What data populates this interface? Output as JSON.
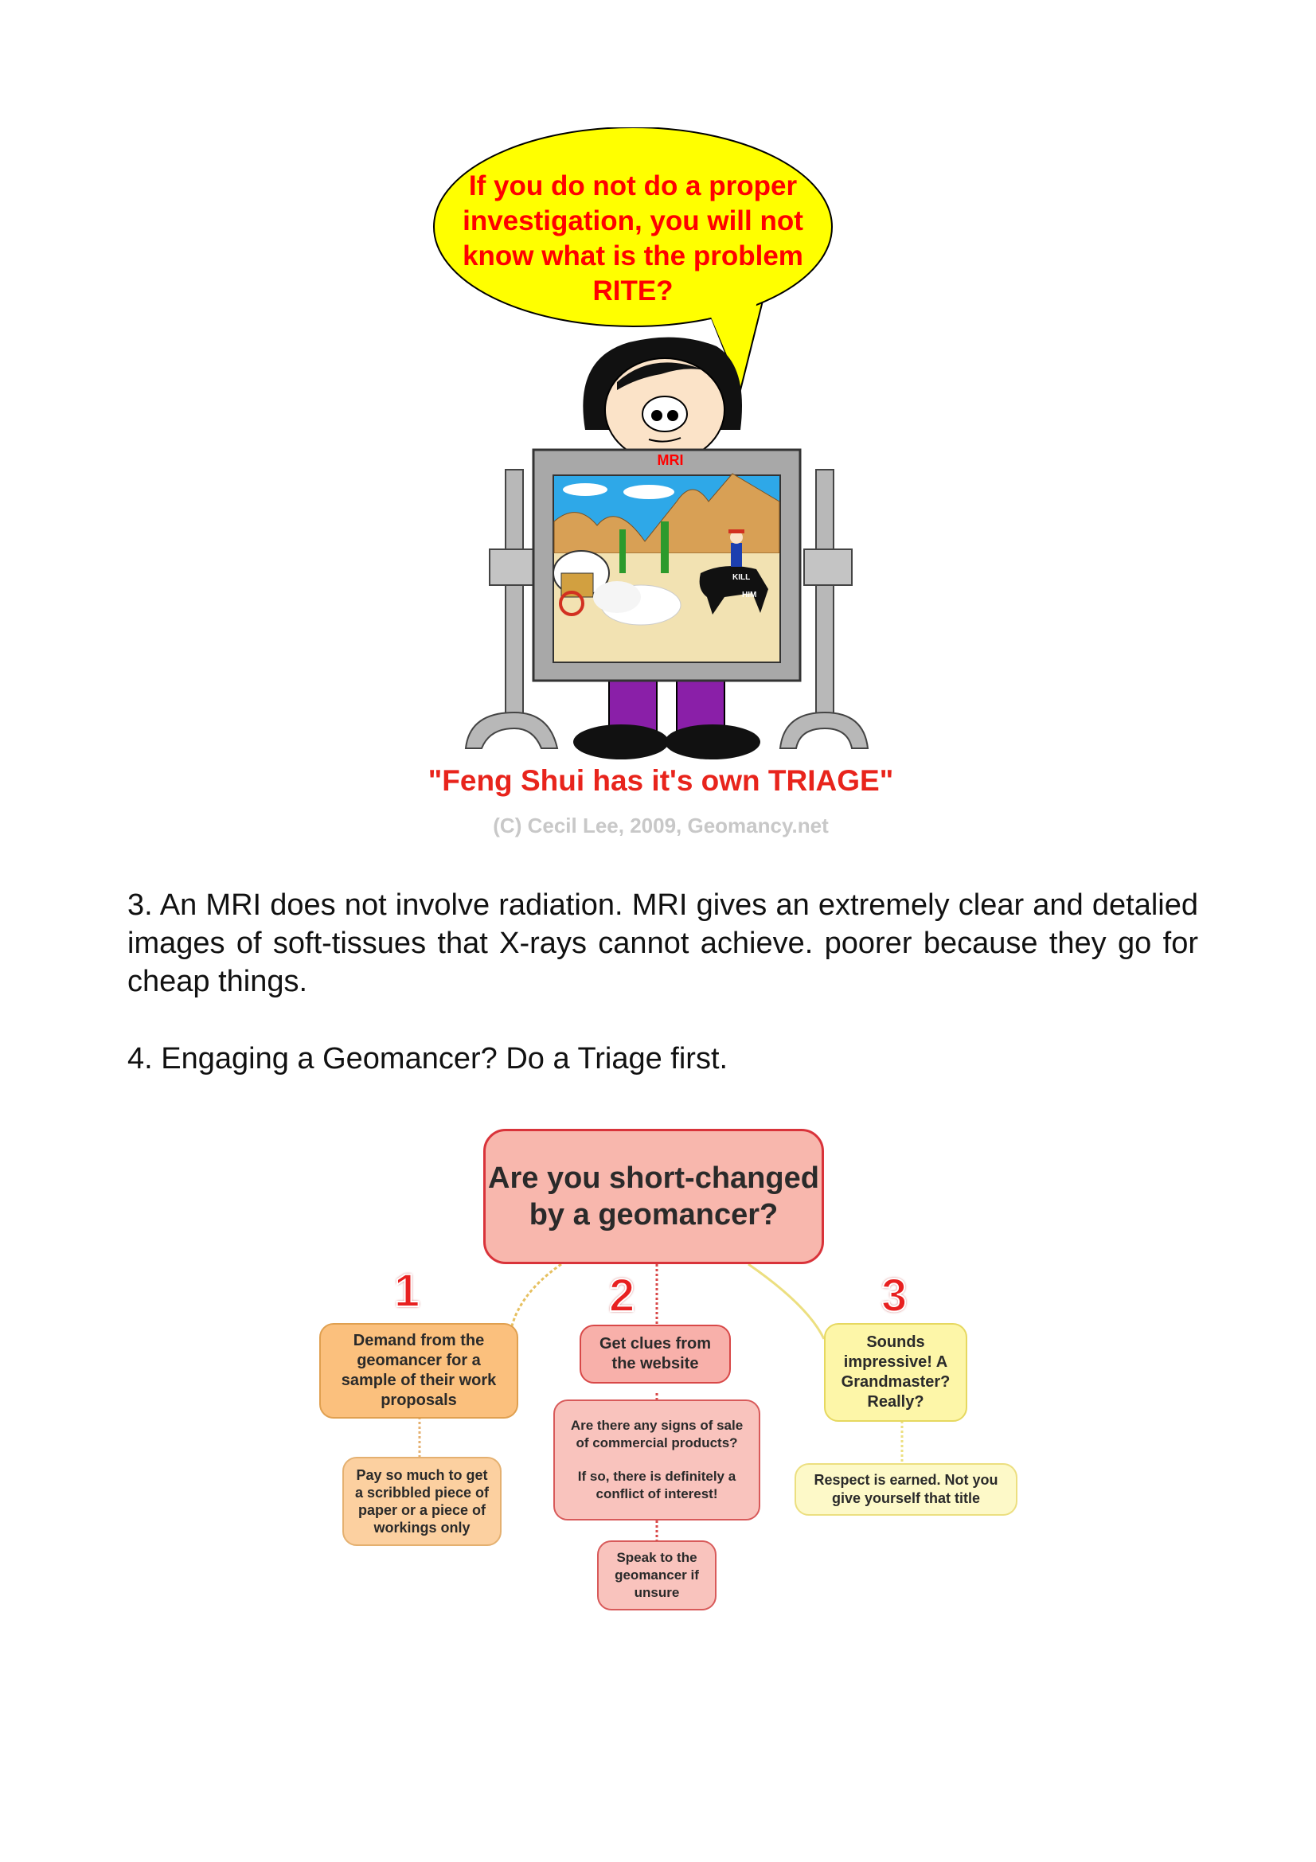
{
  "cartoon": {
    "speech_bubble": "If you do not do a proper investigation, you will not know what is the problem RITE?",
    "mri_label": "MRI",
    "kill_label": "KILL",
    "him_label": "HIM",
    "caption": "\"Feng Shui has it's own TRIAGE\"",
    "copyright": "(C) Cecil Lee, 2009, Geomancy.net"
  },
  "paragraphs": {
    "p3": "3. An MRI does not involve radiation. MRI gives an extremely clear and detalied images of soft-tissues that X-rays cannot achieve.  poorer because they go for cheap things.",
    "p4": "4. Engaging a Geomancer? Do a Triage first."
  },
  "mindmap": {
    "main": "Are you short-changed by a geomancer?",
    "numbers": [
      "1",
      "2",
      "3"
    ],
    "branch1": "Demand from the geomancer for a sample of their work proposals",
    "branch1_child": "Pay so much to get a scribbled piece of paper or a piece of workings only",
    "branch2": "Get clues from the website",
    "branch2_child_q": "Are there any signs of sale of commercial products?",
    "branch2_child_a": "If so, there is definitely a conflict of interest!",
    "branch2_grandchild": "Speak to the geomancer if unsure",
    "branch3": "Sounds impressive! A Grandmaster? Really?",
    "branch3_child": "Respect is earned. Not you give yourself that title"
  }
}
